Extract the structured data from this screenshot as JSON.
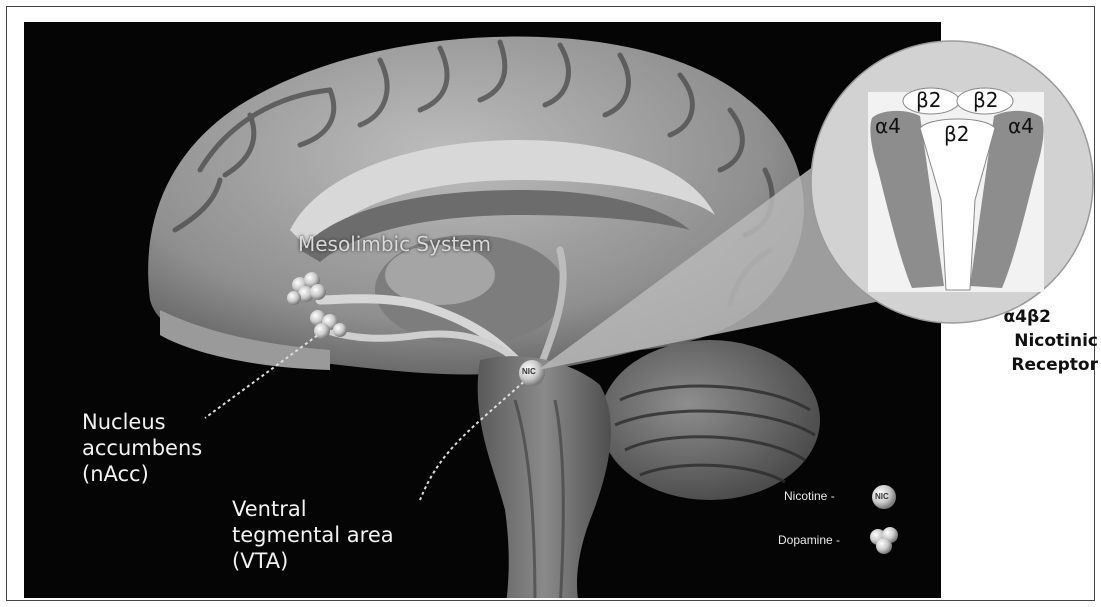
{
  "labels": {
    "system": "Mesolimbic System",
    "nacc": [
      "Nucleus",
      "accumbens",
      "(nAcc)"
    ],
    "vta": [
      "Ventral",
      "tegmental area",
      "(VTA)"
    ],
    "nic_marker": "NIC"
  },
  "legend": {
    "nicotine": "Nicotine -",
    "nicotine_icon": "NIC",
    "dopamine": "Dopamine -"
  },
  "receptor": {
    "subunits": {
      "beta2_left": "β2",
      "beta2_right": "β2",
      "beta2_center": "β2",
      "alpha4_left": "α4",
      "alpha4_right": "α4"
    },
    "title": [
      "α4β2",
      "Nicotinic",
      "Receptor"
    ]
  }
}
